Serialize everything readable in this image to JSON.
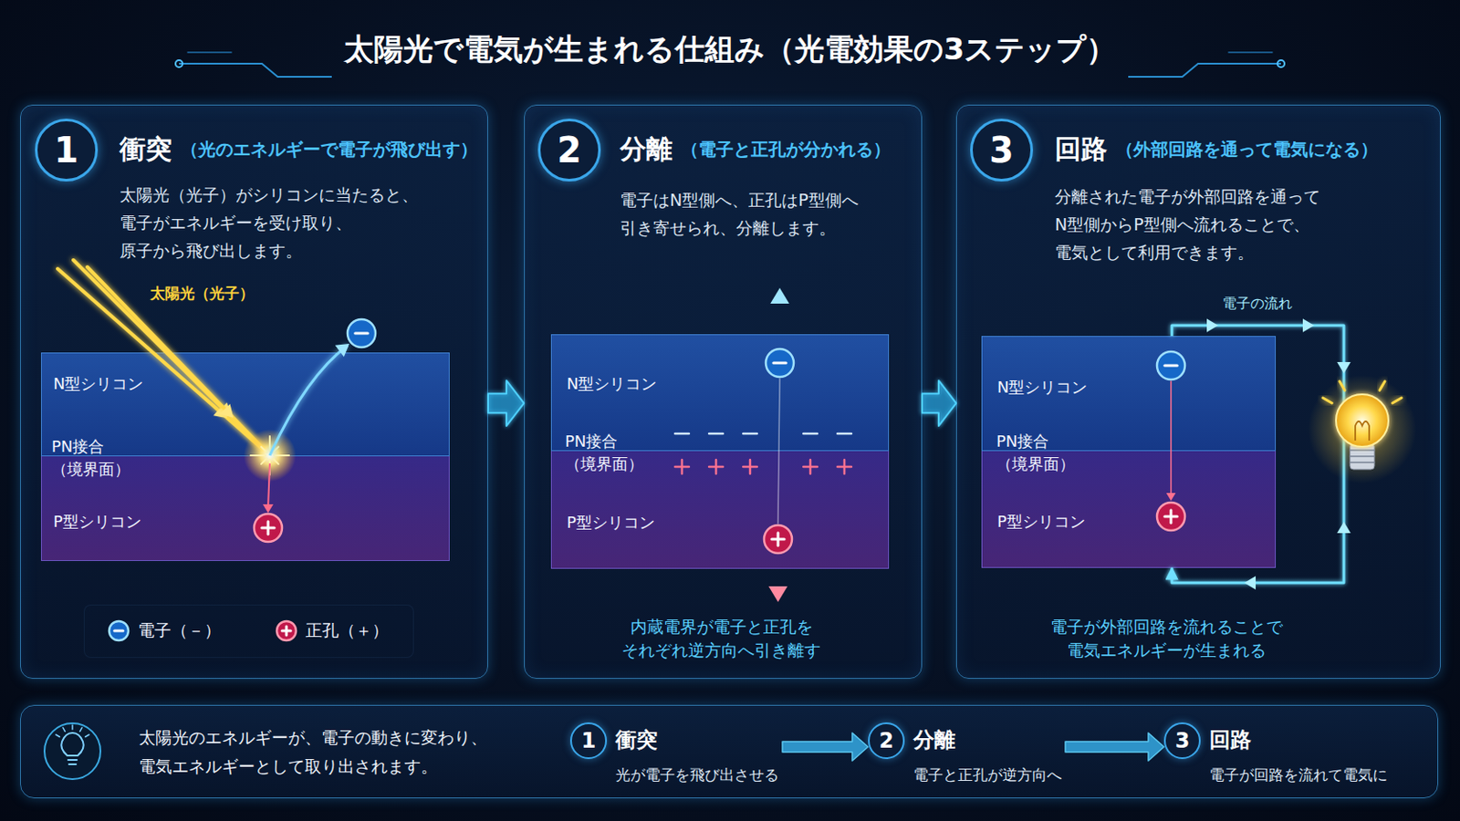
{
  "diagram": {
    "title": "太陽光で電気が生まれる仕組み（光電効果の3ステップ）",
    "nodes": [
      {
        "text": [
          "衝突",
          "（光のエネルギーで電子が飛び出す）",
          "太陽光（光子）がシリコンに当たると、 電子がエネルギーを受け取り、 原子から飛び出します。"
        ]
      },
      {
        "text": [
          "1"
        ],
        "in": 0
      },
      {
        "text": [
          "N型シリコン"
        ],
        "in": 0
      },
      {
        "text": [
          "P型シリコン"
        ],
        "in": 0
      },
      {
        "text": [
          "分離",
          "（電子と正孔が分かれる）",
          "電子はN型側へ、正孔はP型側へ 引き寄せられ、分離します。"
        ]
      },
      {
        "text": [
          "2"
        ],
        "in": 4
      },
      {
        "text": [
          "N型シリコン"
        ],
        "in": 4
      },
      {
        "text": [
          "P型シリコン"
        ],
        "in": 4
      },
      {
        "text": [
          "回路",
          "（外部回路を通って電気になる）",
          "分離された電子が外部回路を通って N型側からP型側へ流れることで、 電気として利用できます。"
        ]
      },
      {
        "text": [
          "3"
        ],
        "in": 8
      },
      {
        "text": [
          "N型シリコン"
        ],
        "in": 8
      },
      {
        "text": [
          "P型シリコン"
        ],
        "in": 8
      },
      {
        "text": [
          "太陽光のエネルギーが、電子の動きに変わり、 電気エネルギーとして取り出されます。"
        ]
      },
      {
        "text": [
          "1",
          "衝突",
          "光が電子を飛び出させる"
        ],
        "in": 12
      },
      {
        "text": [
          "2",
          "分離",
          "電子と正孔が逆方向へ"
        ],
        "in": 12
      },
      {
        "text": [
          "3",
          "回路",
          "電子が回路を流れて電気に"
        ],
        "in": 12
      }
    ],
    "edges": [
      {
        "from": 0,
        "to": 4,
        "arrow": "to"
      },
      {
        "from": 4,
        "to": 8,
        "arrow": "to"
      },
      {
        "from": 10,
        "to": 11,
        "label": "電子の流れ",
        "arrow": "to"
      },
      {
        "from": 13,
        "to": 14,
        "arrow": "to"
      },
      {
        "from": 14,
        "to": 15,
        "arrow": "to"
      }
    ],
    "labels": [
      "太陽光（光子）",
      "PN接合 （境界面）",
      "PN接合 （境界面）",
      "内蔵電界が電子と正孔を それぞれ逆方向へ引き離す",
      "PN接合 （境界面）",
      "電子が外部回路を流れることで 電気エネルギーが生まれる"
    ],
    "legend": [
      {
        "text": "電子（－）"
      },
      {
        "text": "正孔（＋）"
      }
    ]
  }
}
